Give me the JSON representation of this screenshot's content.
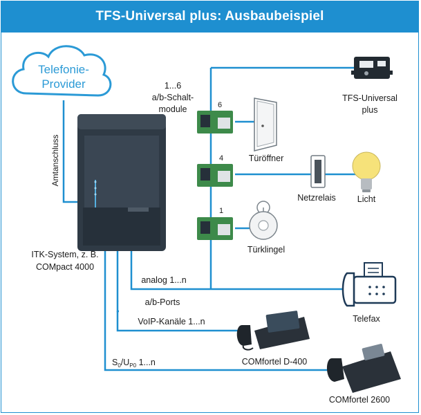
{
  "title": "TFS-Universal plus: Ausbaubeispiel",
  "colors": {
    "accent": "#1e8fd0",
    "line": "#1e8fd0",
    "cloud_stroke": "#2b9ad6",
    "cloud_text": "#2b9ad6",
    "device_dark": "#2f3a45",
    "module_green": "#3d8a4a",
    "bulb_yellow": "#f6e27a"
  },
  "nodes": {
    "provider": {
      "line1": "Telefonie-",
      "line2": "Provider"
    },
    "amtsanschluss": "Amtanschluss",
    "itk": {
      "line1": "ITK-System, z. B.",
      "line2": "COMpact 4000"
    },
    "modules": {
      "line1": "1...6",
      "line2": "a/b-Schalt-",
      "line3": "module"
    },
    "module_numbers": [
      "6",
      "4",
      "1"
    ],
    "tfs": {
      "line1": "TFS-Universal",
      "line2": "plus"
    },
    "door_opener": "Türöffner",
    "relay": "Netzrelais",
    "light": "Licht",
    "doorbell": "Türklingel",
    "fax": "Telefax",
    "phone_d400": "COMfortel D-400",
    "phone_2600": "COMfortel 2600"
  },
  "links": {
    "analog": "analog 1...n",
    "ab_ports": "a/b-Ports",
    "voip": "VoIP-Kanäle 1...n",
    "so_up0": {
      "s": "S",
      "s_sub": "0",
      "mid": "/U",
      "u_sub": "P0",
      "tail": " 1...n"
    }
  },
  "icons": {
    "cloud": "cloud-icon",
    "itk_device": "telephone-system-icon",
    "switch_module": "switch-module-icon",
    "tfs_device": "door-intercom-module-icon",
    "door": "door-icon",
    "relay": "relay-icon",
    "bulb": "light-bulb-icon",
    "bell": "doorbell-icon",
    "fax": "fax-machine-icon",
    "phone": "desk-phone-icon"
  }
}
